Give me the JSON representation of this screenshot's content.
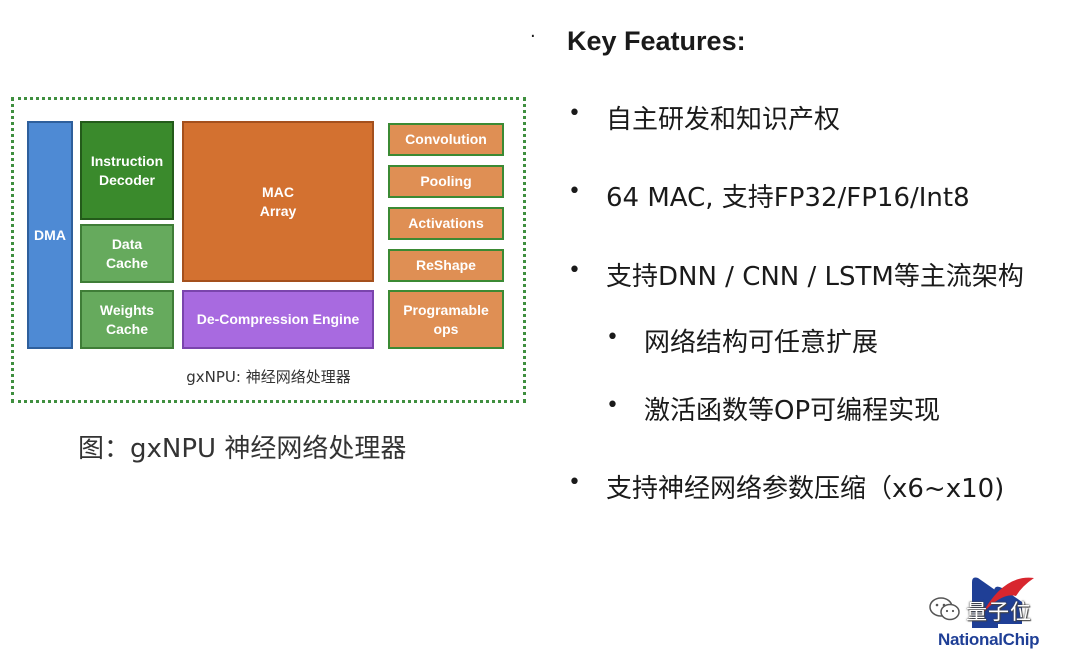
{
  "diagram": {
    "blocks": {
      "dma": "DMA",
      "instruction_decoder": "Instruction\nDecoder",
      "data_cache": "Data\nCache",
      "weights_cache": "Weights\nCache",
      "mac_array": "MAC\nArray",
      "decompression_engine": "De-Compression Engine",
      "convolution": "Convolution",
      "pooling": "Pooling",
      "activations": "Activations",
      "reshape": "ReShape",
      "programable_ops": "Programable\nops"
    },
    "caption": "gxNPU: 神经网络处理器",
    "colors": {
      "dma": "#4e8ad4",
      "control": "#3a8a2c",
      "cache": "#66aa5d",
      "mac": "#d37130",
      "ops": "#df8f54",
      "decompression": "#a86ae0",
      "border": "#3f8f3f"
    }
  },
  "figure_caption": "图：gxNPU 神经网络处理器",
  "features": {
    "heading": "Key Features:",
    "items": [
      "自主研发和知识产权",
      "64 MAC, 支持FP32/FP16/Int8",
      "支持DNN / CNN / LSTM等主流架构",
      "支持神经网络参数压缩（x6~x10)"
    ],
    "sub_items": [
      "网络结构可任意扩展",
      "激活函数等OP可编程实现"
    ]
  },
  "watermark": "量子位",
  "logo_text": "NationalChip",
  "icons": [
    "wechat-icon",
    "nationalchip-logo-icon"
  ]
}
